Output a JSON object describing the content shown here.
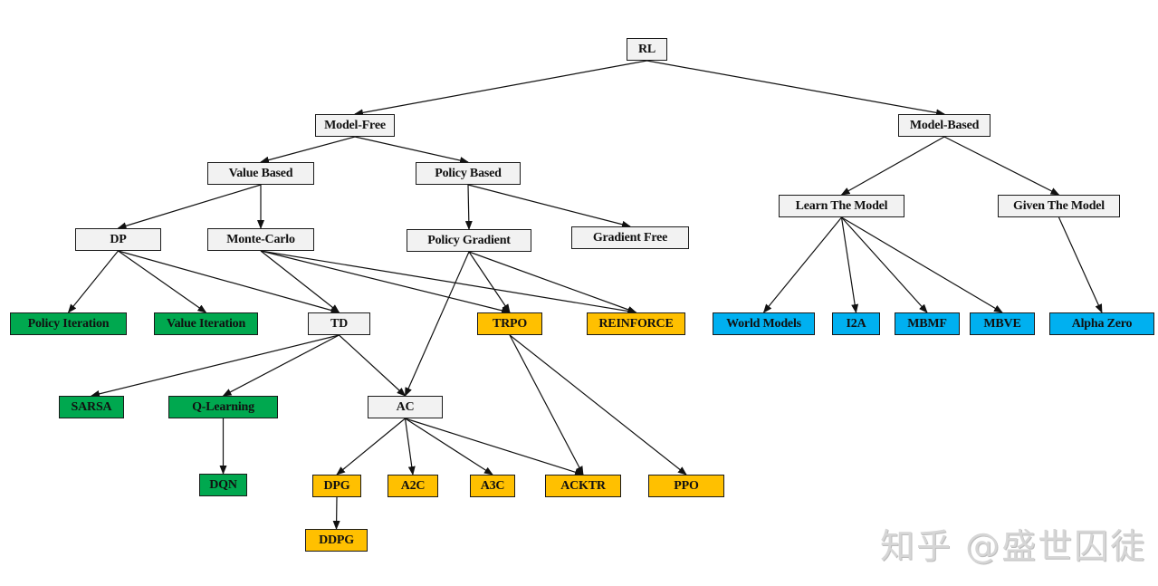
{
  "diagram": {
    "title": "RL",
    "colors": {
      "category": "#f2f2f2",
      "value_based_method": "#00a84f",
      "policy_based_method": "#ffc000",
      "model_based_method": "#00b0f0",
      "edge": "#111111"
    },
    "nodes": [
      {
        "id": "rl",
        "label": "RL",
        "kind": "category"
      },
      {
        "id": "model-free",
        "label": "Model-Free",
        "kind": "category"
      },
      {
        "id": "model-based",
        "label": "Model-Based",
        "kind": "category"
      },
      {
        "id": "value-based",
        "label": "Value Based",
        "kind": "category"
      },
      {
        "id": "policy-based",
        "label": "Policy Based",
        "kind": "category"
      },
      {
        "id": "learn-the-model",
        "label": "Learn The Model",
        "kind": "category"
      },
      {
        "id": "given-the-model",
        "label": "Given The Model",
        "kind": "category"
      },
      {
        "id": "dp",
        "label": "DP",
        "kind": "category"
      },
      {
        "id": "monte-carlo",
        "label": "Monte-Carlo",
        "kind": "category"
      },
      {
        "id": "policy-gradient",
        "label": "Policy Gradient",
        "kind": "category"
      },
      {
        "id": "gradient-free",
        "label": "Gradient Free",
        "kind": "category"
      },
      {
        "id": "policy-iteration",
        "label": "Policy Iteration",
        "kind": "value_based_method"
      },
      {
        "id": "value-iteration",
        "label": "Value Iteration",
        "kind": "value_based_method"
      },
      {
        "id": "td",
        "label": "TD",
        "kind": "category"
      },
      {
        "id": "trpo",
        "label": "TRPO",
        "kind": "policy_based_method"
      },
      {
        "id": "reinforce",
        "label": "REINFORCE",
        "kind": "policy_based_method"
      },
      {
        "id": "world-models",
        "label": "World Models",
        "kind": "model_based_method"
      },
      {
        "id": "i2a",
        "label": "I2A",
        "kind": "model_based_method"
      },
      {
        "id": "mbmf",
        "label": "MBMF",
        "kind": "model_based_method"
      },
      {
        "id": "mbve",
        "label": "MBVE",
        "kind": "model_based_method"
      },
      {
        "id": "alpha-zero",
        "label": "Alpha Zero",
        "kind": "model_based_method"
      },
      {
        "id": "sarsa",
        "label": "SARSA",
        "kind": "value_based_method"
      },
      {
        "id": "q-learning",
        "label": "Q-Learning",
        "kind": "value_based_method"
      },
      {
        "id": "ac",
        "label": "AC",
        "kind": "category"
      },
      {
        "id": "dqn",
        "label": "DQN",
        "kind": "value_based_method"
      },
      {
        "id": "dpg",
        "label": "DPG",
        "kind": "policy_based_method"
      },
      {
        "id": "a2c",
        "label": "A2C",
        "kind": "policy_based_method"
      },
      {
        "id": "a3c",
        "label": "A3C",
        "kind": "policy_based_method"
      },
      {
        "id": "acktr",
        "label": "ACKTR",
        "kind": "policy_based_method"
      },
      {
        "id": "ppo",
        "label": "PPO",
        "kind": "policy_based_method"
      },
      {
        "id": "ddpg",
        "label": "DDPG",
        "kind": "policy_based_method"
      }
    ],
    "edges": [
      [
        "rl",
        "model-free"
      ],
      [
        "rl",
        "model-based"
      ],
      [
        "model-free",
        "value-based"
      ],
      [
        "model-free",
        "policy-based"
      ],
      [
        "model-based",
        "learn-the-model"
      ],
      [
        "model-based",
        "given-the-model"
      ],
      [
        "value-based",
        "dp"
      ],
      [
        "value-based",
        "monte-carlo"
      ],
      [
        "policy-based",
        "policy-gradient"
      ],
      [
        "policy-based",
        "gradient-free"
      ],
      [
        "dp",
        "policy-iteration"
      ],
      [
        "dp",
        "value-iteration"
      ],
      [
        "dp",
        "td"
      ],
      [
        "monte-carlo",
        "td"
      ],
      [
        "monte-carlo",
        "trpo"
      ],
      [
        "monte-carlo",
        "reinforce"
      ],
      [
        "policy-gradient",
        "ac"
      ],
      [
        "policy-gradient",
        "trpo"
      ],
      [
        "policy-gradient",
        "reinforce"
      ],
      [
        "learn-the-model",
        "world-models"
      ],
      [
        "learn-the-model",
        "i2a"
      ],
      [
        "learn-the-model",
        "mbmf"
      ],
      [
        "learn-the-model",
        "mbve"
      ],
      [
        "given-the-model",
        "alpha-zero"
      ],
      [
        "td",
        "sarsa"
      ],
      [
        "td",
        "q-learning"
      ],
      [
        "td",
        "ac"
      ],
      [
        "q-learning",
        "dqn"
      ],
      [
        "ac",
        "dpg"
      ],
      [
        "ac",
        "a2c"
      ],
      [
        "ac",
        "a3c"
      ],
      [
        "ac",
        "acktr"
      ],
      [
        "trpo",
        "acktr"
      ],
      [
        "trpo",
        "ppo"
      ],
      [
        "dpg",
        "ddpg"
      ]
    ]
  },
  "watermark": "知乎 @盛世囚徒"
}
